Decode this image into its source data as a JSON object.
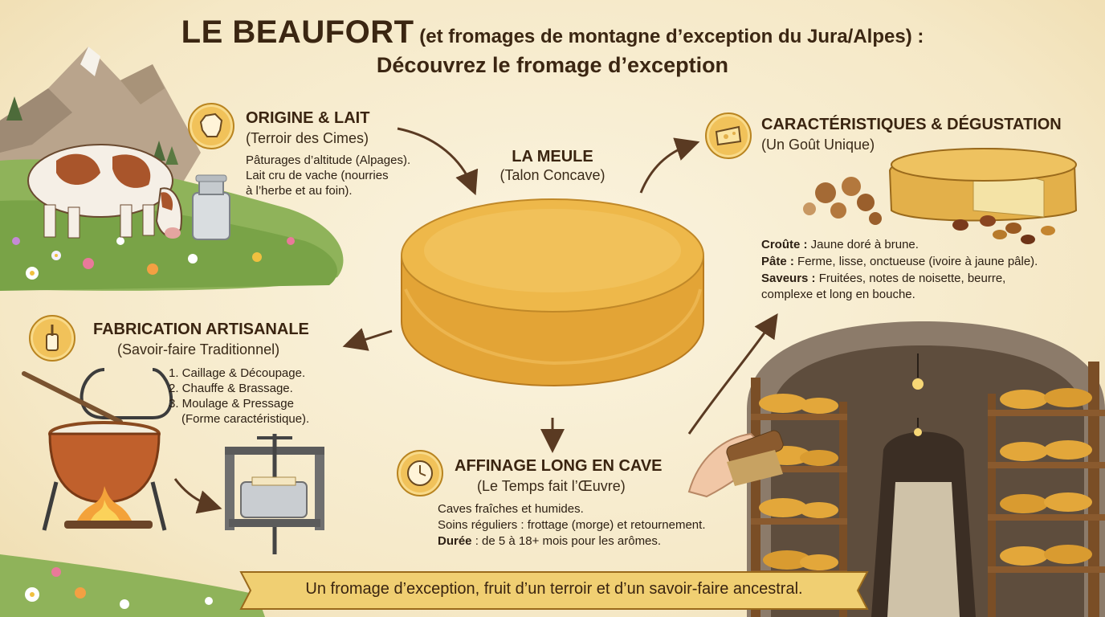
{
  "header": {
    "title_main": "LE BEAUFORT",
    "title_rest": " (et fromages de montagne d’exception du Jura/Alpes) :",
    "subtitle": "Découvrez le fromage d’exception"
  },
  "origine": {
    "icon": "france-map-icon",
    "title": "ORIGINE & LAIT",
    "subtitle": "(Terroir des Cimes)",
    "lines": [
      "Pâturages d’altitude (Alpages).",
      "Lait cru de vache (nourries",
      "à l’herbe et au foin)."
    ]
  },
  "meule": {
    "title": "LA MEULE",
    "subtitle": "(Talon Concave)"
  },
  "caracteristiques": {
    "icon": "cheese-wedge-icon",
    "title": "CARACTÉRISTIQUES & DÉGUSTATION",
    "subtitle": "(Un Goût Unique)",
    "croute_label": "Croûte :",
    "croute_text": " Jaune doré à brune.",
    "pate_label": "Pâte :",
    "pate_text": " Ferme, lisse, onctueuse (ivoire à jaune pâle).",
    "saveurs_label": "Saveurs :",
    "saveurs_text": " Fruitées, notes de noisette, beurre,",
    "saveurs_text2": "complexe et long en bouche."
  },
  "fabrication": {
    "icon": "butter-churn-icon",
    "title": "FABRICATION ARTISANALE",
    "subtitle": "(Savoir-faire Traditionnel)",
    "steps": [
      "1. Caillage & Découpage.",
      "2. Chauffe & Brassage.",
      "3. Moulage & Pressage",
      "(Forme caractéristique)."
    ]
  },
  "affinage": {
    "icon": "clock-icon",
    "title": "AFFINAGE LONG EN CAVE",
    "subtitle": "(Le Temps fait l’Œuvre)",
    "line1": "Caves fraîches et humides.",
    "line2": "Soins réguliers : frottage (morge) et retournement.",
    "duree_label": "Durée",
    "duree_text": " : de 5 à 18+ mois pour les arômes."
  },
  "footer": {
    "banner": "Un fromage d’exception, fruit d’un terroir et d’un savoir-faire ancestral."
  },
  "colors": {
    "background": "#f8efd6",
    "text_dark": "#3a2410",
    "cheese_gold": "#e9a93a",
    "badge_gold": "#f1c25a",
    "arrow_brown": "#5a3a22"
  }
}
